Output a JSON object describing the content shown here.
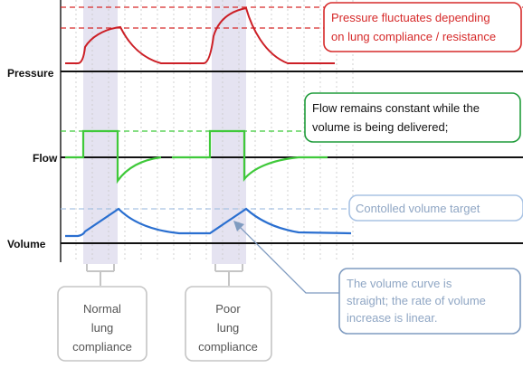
{
  "axes": {
    "pressure_label": "Pressure",
    "flow_label": "Flow",
    "volume_label": "Volume"
  },
  "callouts": {
    "pressure": [
      "Pressure fluctuates depending",
      "on lung compliance / resistance"
    ],
    "flow": [
      "Flow remains constant while the",
      "volume is being delivered;"
    ],
    "volume_target": "Contolled volume target",
    "volume_curve": [
      "The volume curve is",
      "straight; the rate of volume",
      "increase is linear."
    ]
  },
  "labels": {
    "normal": [
      "Normal",
      "lung",
      "compliance"
    ],
    "poor": [
      "Poor",
      "lung",
      "compliance"
    ]
  },
  "colors": {
    "pressure": "#cc1f26",
    "flow": "#3fc93a",
    "volume": "#2a6fd0",
    "callout_red": "#d62a2a",
    "callout_green": "#1f9c3a",
    "callout_lightblue": "#a9c3e4",
    "callout_steel": "#7f9bc0",
    "shade": "#dcd9ec",
    "grid": "#c8c8c8"
  }
}
